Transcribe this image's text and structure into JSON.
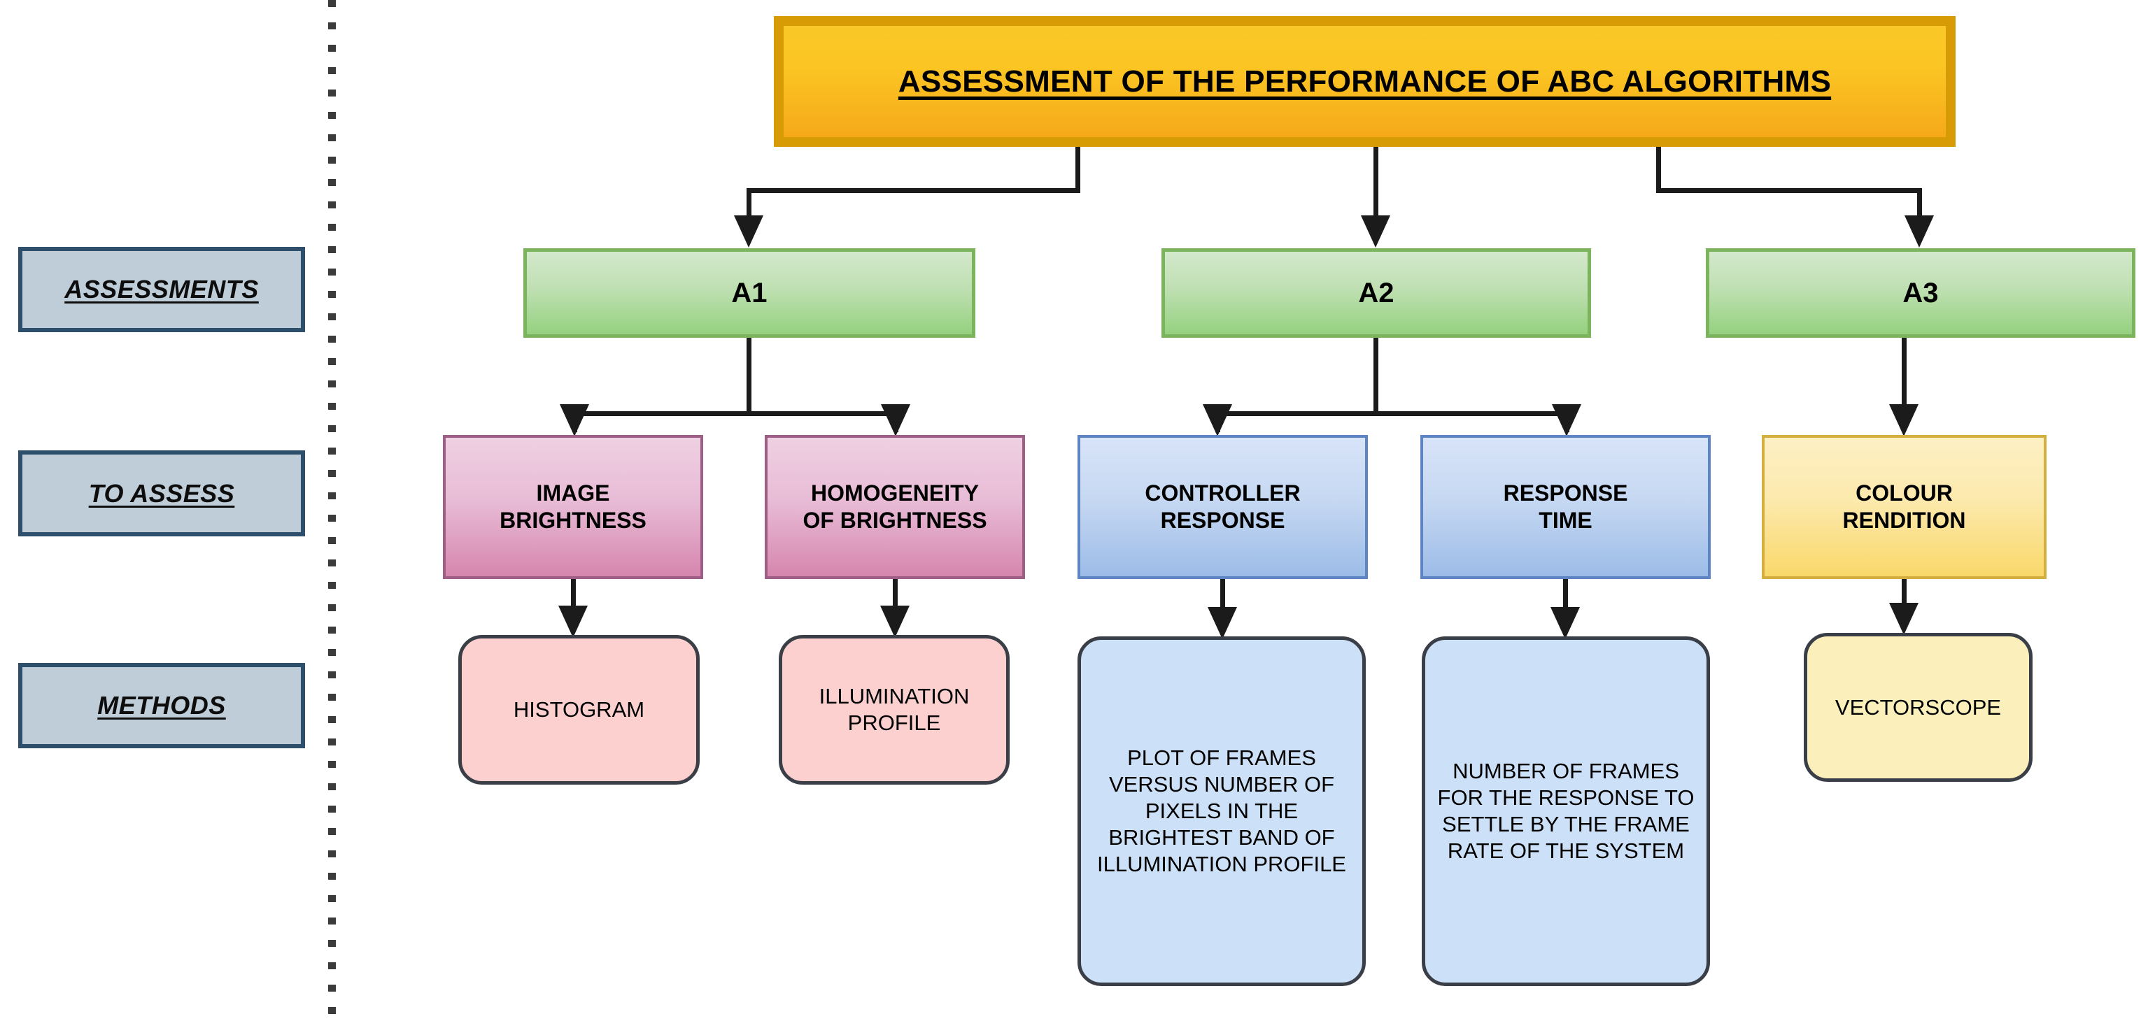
{
  "diagram": {
    "title": "ASSESSMENT OF THE PERFORMANCE OF ABC ALGORITHMS",
    "row_labels": [
      {
        "key": "assessments",
        "label": "ASSESSMENTS"
      },
      {
        "key": "to_assess",
        "label": "TO ASSESS"
      },
      {
        "key": "methods",
        "label": "METHODS"
      }
    ],
    "assessments": [
      {
        "id": "A1",
        "label": "A1"
      },
      {
        "id": "A2",
        "label": "A2"
      },
      {
        "id": "A3",
        "label": "A3"
      }
    ],
    "to_assess": [
      {
        "id": "image-brightness",
        "line1": "IMAGE",
        "line2": "BRIGHTNESS"
      },
      {
        "id": "homogeneity-of-brightness",
        "line1": "HOMOGENEITY",
        "line2": "OF BRIGHTNESS"
      },
      {
        "id": "controller-response",
        "line1": "CONTROLLER",
        "line2": "RESPONSE"
      },
      {
        "id": "response-time",
        "line1": "RESPONSE",
        "line2": "TIME"
      },
      {
        "id": "colour-rendition",
        "line1": "COLOUR",
        "line2": "RENDITION"
      }
    ],
    "methods": [
      {
        "id": "histogram",
        "text": "HISTOGRAM"
      },
      {
        "id": "illumination-profile",
        "text": "ILLUMINATION PROFILE"
      },
      {
        "id": "plot-of-frames",
        "text": "PLOT OF FRAMES VERSUS NUMBER OF PIXELS IN THE BRIGHTEST BAND OF ILLUMINATION PROFILE"
      },
      {
        "id": "number-of-frames",
        "text": "NUMBER OF FRAMES FOR THE RESPONSE TO SETTLE BY THE FRAME RATE OF THE SYSTEM"
      },
      {
        "id": "vectorscope",
        "text": "VECTORSCOPE"
      }
    ],
    "colors": {
      "title_fill": "#f9c828",
      "title_border": "#d79b06",
      "row_label_fill": "#bfcdd8",
      "row_label_border": "#2e4f6b",
      "assessment_fill": "#95d17f",
      "assessment_border": "#7cb45e",
      "pink_fill": "#d686ad",
      "pink_border": "#9e5e86",
      "blue_fill": "#9cbce8",
      "blue_border": "#5d85c4",
      "yellow_fill": "#f9d86a",
      "yellow_border": "#d4ae3e",
      "method_pink_fill": "#fbd0cf",
      "method_blue_fill": "#cce0f7",
      "method_yellow_fill": "#fbf0bb",
      "method_border": "#3a3f47",
      "connector": "#1b1b1b",
      "divider": "#3b3b3b",
      "background": "#ffffff"
    }
  }
}
